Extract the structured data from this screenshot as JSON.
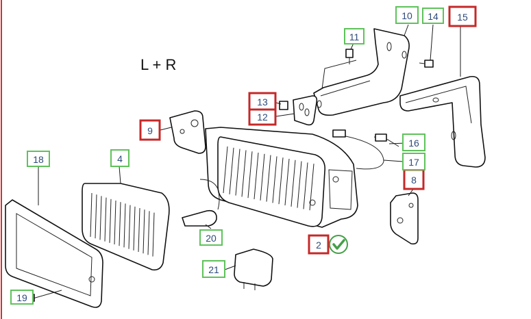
{
  "note": "L + R",
  "callouts": [
    {
      "id": "2",
      "highlight": true
    },
    {
      "id": "4",
      "highlight": false
    },
    {
      "id": "8",
      "highlight": true
    },
    {
      "id": "9",
      "highlight": true
    },
    {
      "id": "10",
      "highlight": false
    },
    {
      "id": "11",
      "highlight": false
    },
    {
      "id": "12",
      "highlight": true
    },
    {
      "id": "13",
      "highlight": true
    },
    {
      "id": "14",
      "highlight": false
    },
    {
      "id": "15",
      "highlight": true
    },
    {
      "id": "16",
      "highlight": false
    },
    {
      "id": "17",
      "highlight": false
    },
    {
      "id": "18",
      "highlight": false
    },
    {
      "id": "19",
      "highlight": false
    },
    {
      "id": "20",
      "highlight": false
    },
    {
      "id": "21",
      "highlight": false
    }
  ],
  "colors": {
    "callout_border": "#5ec25a",
    "highlight_border": "#c62828",
    "callout_text": "#2d4a7a",
    "check": "#43a047"
  },
  "icons": {
    "check": "green-checkmark-icon"
  }
}
